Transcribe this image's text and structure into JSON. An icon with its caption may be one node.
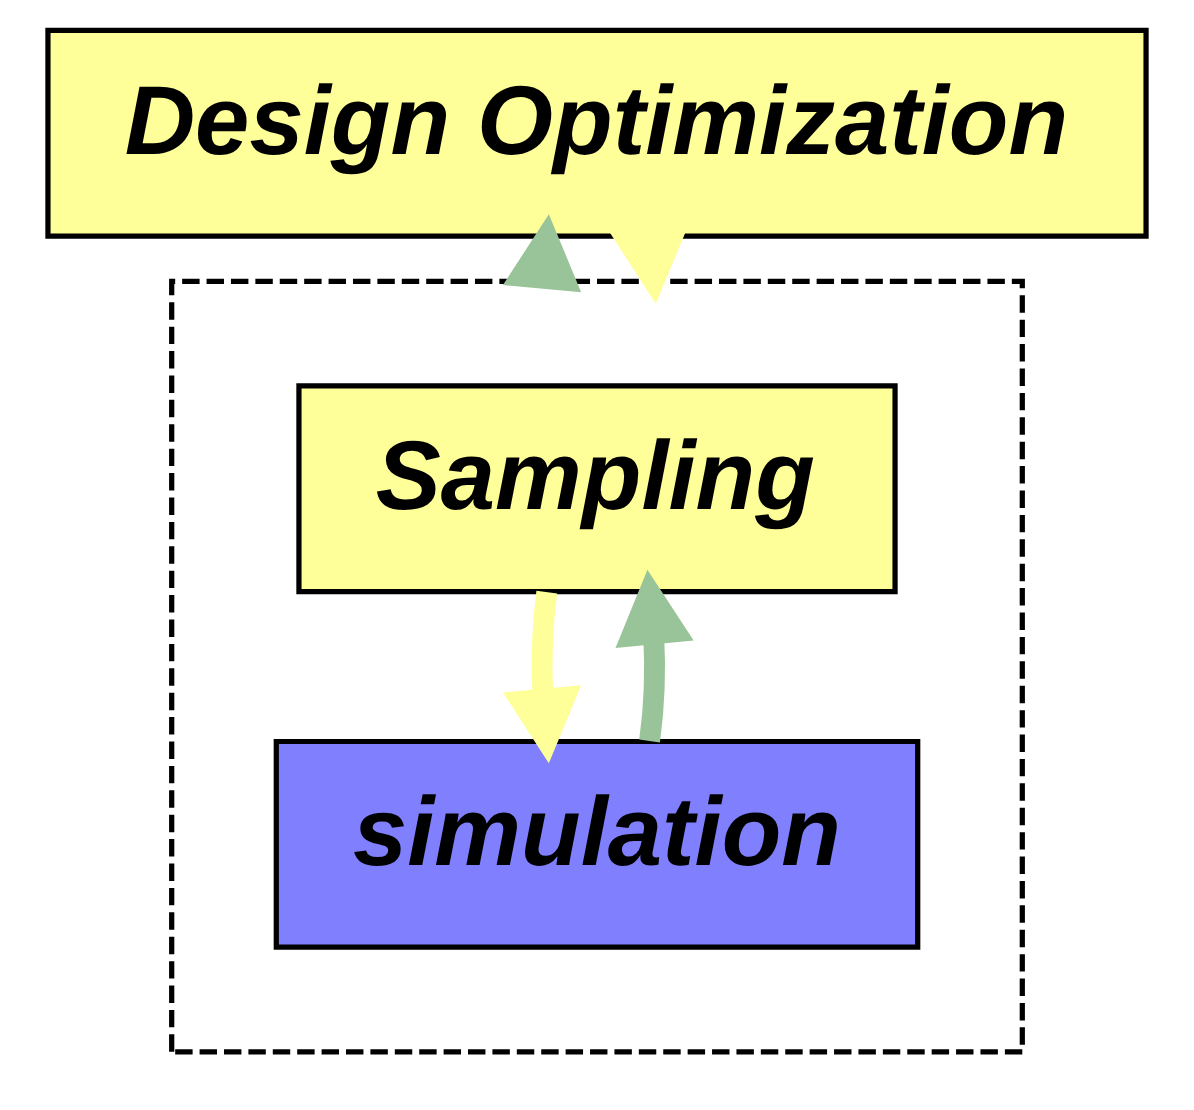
{
  "diagram": {
    "nodes": [
      {
        "text": [
          "Design Optimization"
        ]
      },
      {
        "text": [],
        "shape": "box"
      },
      {
        "text": [
          "Sampling"
        ],
        "in": 1
      },
      {
        "text": [
          "simulation"
        ],
        "in": 1
      }
    ],
    "edges": [
      {
        "from": 0,
        "to": 1,
        "arrow": "to",
        "color": "#ffff99"
      },
      {
        "from": 1,
        "to": 0,
        "arrow": "to",
        "color": "#99c499"
      },
      {
        "from": 2,
        "to": 3,
        "arrow": "to",
        "color": "#ffff99"
      },
      {
        "from": 3,
        "to": 2,
        "arrow": "to",
        "color": "#99c499"
      }
    ]
  }
}
